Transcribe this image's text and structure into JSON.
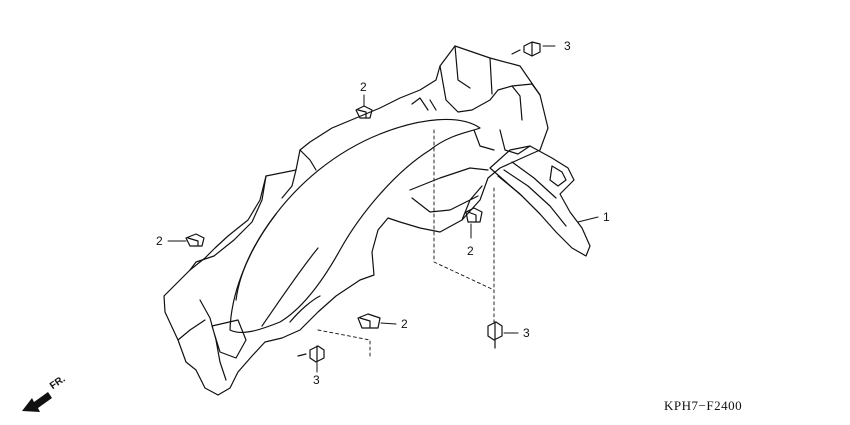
{
  "diagram": {
    "code": "KPH7−F2400",
    "direction_label": "FR.",
    "callouts": [
      {
        "id": "c1",
        "label": "1"
      },
      {
        "id": "c2a",
        "label": "2"
      },
      {
        "id": "c2b",
        "label": "2"
      },
      {
        "id": "c2c",
        "label": "2"
      },
      {
        "id": "c2d",
        "label": "2"
      },
      {
        "id": "c3a",
        "label": "3"
      },
      {
        "id": "c3b",
        "label": "3"
      },
      {
        "id": "c3c",
        "label": "3"
      }
    ]
  }
}
